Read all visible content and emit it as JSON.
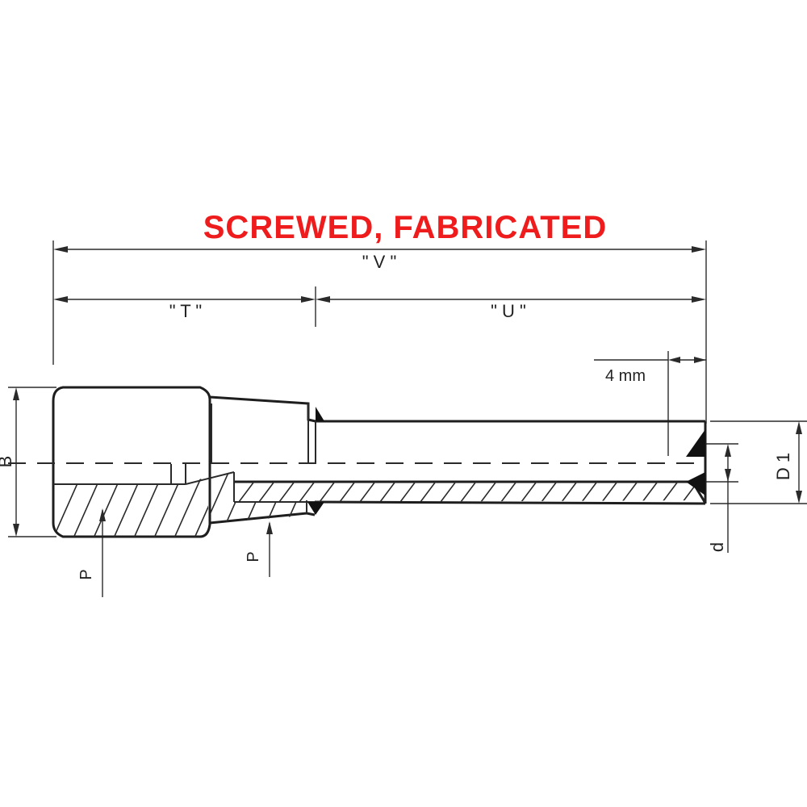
{
  "title": {
    "text": "SCREWED, FABRICATED",
    "color": "#ee1c1c"
  },
  "dimensions": {
    "overall": "\" V \"",
    "t": "\" T \"",
    "u": "\" U \"",
    "tip_gap": "4 mm",
    "hex_size": "B",
    "outer_diameter": "D 1",
    "bore": "d",
    "bore_left": "P",
    "bore_right": "P"
  }
}
